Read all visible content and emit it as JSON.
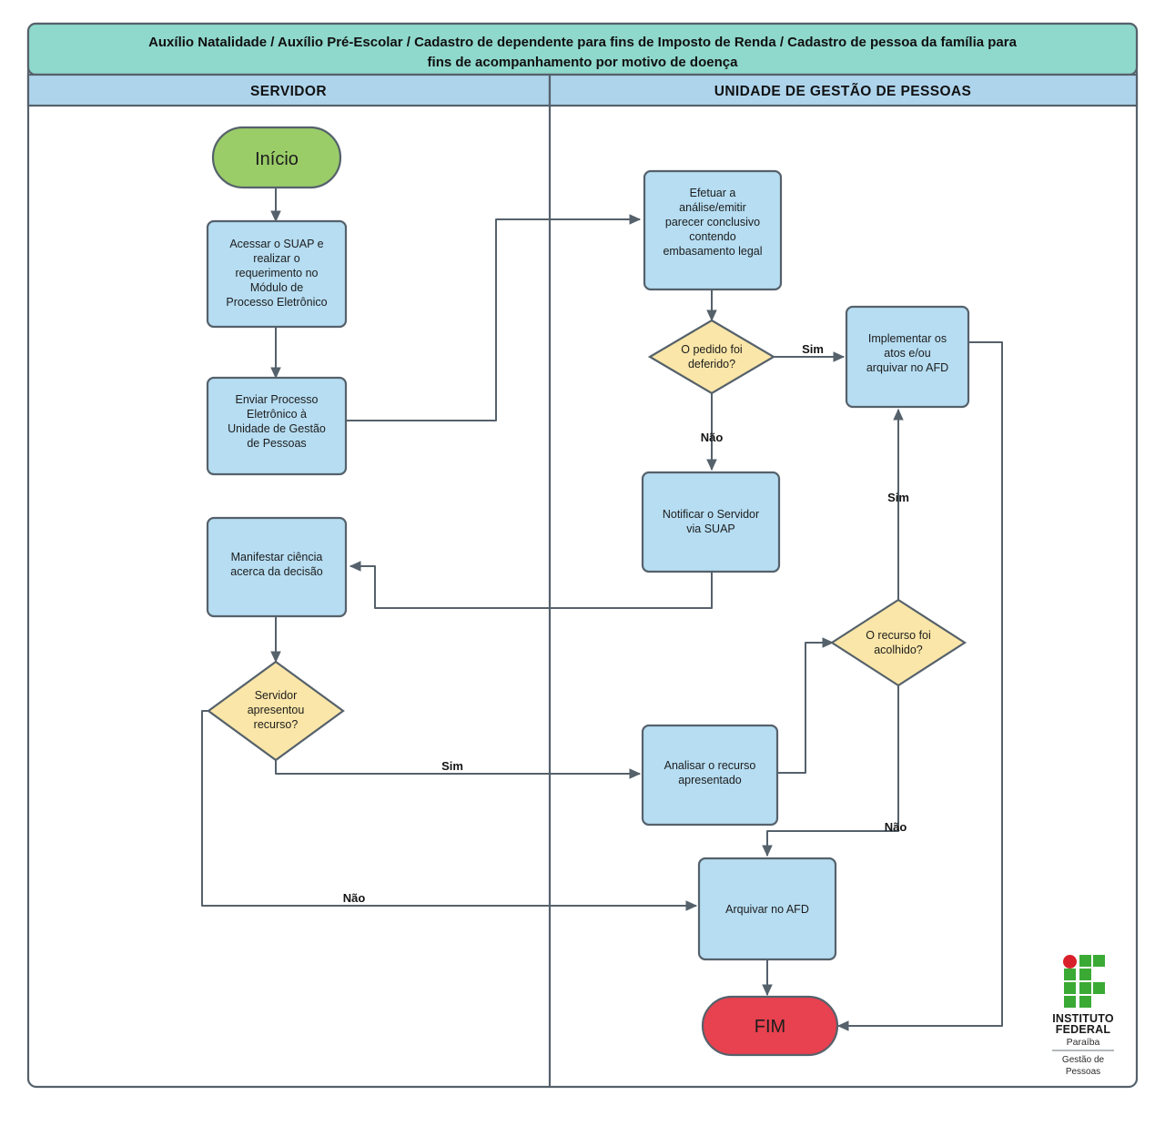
{
  "banner": {
    "title": "Auxílio Natalidade / Auxílio Pré-Escolar / Cadastro de dependente para fins de Imposto de Renda / Cadastro de pessoa da família para fins de acompanhamento por motivo de doença",
    "line1": "Auxílio Natalidade / Auxílio Pré-Escolar / Cadastro de dependente para fins de Imposto de Renda / Cadastro de pessoa da família para",
    "line2": "fins de acompanhamento por motivo de doença",
    "fill": "#8FD8CC"
  },
  "lanes": [
    {
      "id": "lane-servidor",
      "label": "SERVIDOR",
      "fill": "#AED4EC"
    },
    {
      "id": "lane-gestao-pessoas",
      "label": "UNIDADE DE GESTÃO DE PESSOAS",
      "fill": "#AED4EC"
    }
  ],
  "colors": {
    "start_fill": "#9ACD68",
    "end_fill": "#E8414F",
    "process_fill": "#B6DDF2",
    "decision_fill": "#FAE6A8",
    "stroke": "#55616b",
    "lane_header_fill": "#AED4EC",
    "banner_fill": "#8FD8CC",
    "logo_green": "#3AAA35",
    "logo_red": "#D9202A",
    "page_bg": "#FFFFFF"
  },
  "nodes": [
    {
      "id": "inicio",
      "type": "terminator",
      "lane": "SERVIDOR",
      "lines": [
        "Início"
      ]
    },
    {
      "id": "acessar-suap",
      "type": "process",
      "lane": "SERVIDOR",
      "lines": [
        "Acessar o SUAP e",
        "realizar o",
        "requerimento no",
        "Módulo de",
        "Processo Eletrônico"
      ]
    },
    {
      "id": "enviar-processo",
      "type": "process",
      "lane": "SERVIDOR",
      "lines": [
        "Enviar Processo",
        "Eletrônico à",
        "Unidade de Gestão",
        "de Pessoas"
      ]
    },
    {
      "id": "manifestar-ciencia",
      "type": "process",
      "lane": "SERVIDOR",
      "lines": [
        "Manifestar ciência",
        "acerca da decisão"
      ]
    },
    {
      "id": "servidor-apresentou-recurso",
      "type": "decision",
      "lane": "SERVIDOR",
      "lines": [
        "Servidor",
        "apresentou",
        "recurso?"
      ]
    },
    {
      "id": "efetuar-analise",
      "type": "process",
      "lane": "UNIDADE DE GESTÃO DE PESSOAS",
      "lines": [
        "Efetuar a",
        "análise/emitir",
        "parecer conclusivo",
        "contendo",
        "embasamento legal"
      ]
    },
    {
      "id": "pedido-foi-deferido",
      "type": "decision",
      "lane": "UNIDADE DE GESTÃO DE PESSOAS",
      "lines": [
        "O pedido foi",
        "deferido?"
      ]
    },
    {
      "id": "implementar-atos",
      "type": "process",
      "lane": "UNIDADE DE GESTÃO DE PESSOAS",
      "lines": [
        "Implementar os",
        "atos e/ou",
        "arquivar no AFD"
      ]
    },
    {
      "id": "notificar-servidor",
      "type": "process",
      "lane": "UNIDADE DE GESTÃO DE PESSOAS",
      "lines": [
        "Notificar o Servidor",
        "via SUAP"
      ]
    },
    {
      "id": "recurso-foi-acolhido",
      "type": "decision",
      "lane": "UNIDADE DE GESTÃO DE PESSOAS",
      "lines": [
        "O recurso foi",
        "acolhido?"
      ]
    },
    {
      "id": "analisar-recurso",
      "type": "process",
      "lane": "UNIDADE DE GESTÃO DE PESSOAS",
      "lines": [
        "Analisar o recurso",
        "apresentado"
      ]
    },
    {
      "id": "arquivar-afd",
      "type": "process",
      "lane": "UNIDADE DE GESTÃO DE PESSOAS",
      "lines": [
        "Arquivar no AFD"
      ]
    },
    {
      "id": "fim",
      "type": "terminator",
      "lane": "UNIDADE DE GESTÃO DE PESSOAS",
      "lines": [
        "FIM"
      ]
    }
  ],
  "edge_labels": {
    "deferido_sim": "Sim",
    "deferido_nao": "Não",
    "recurso_sim": "Sim",
    "recurso_nao": "Não",
    "acolhido_sim": "Sim",
    "acolhido_nao": "Não"
  },
  "node_text": {
    "inicio_1": "Início",
    "acessar_1": "Acessar o SUAP e",
    "acessar_2": "realizar o",
    "acessar_3": "requerimento no",
    "acessar_4": "Módulo de",
    "acessar_5": "Processo Eletrônico",
    "enviar_1": "Enviar Processo",
    "enviar_2": "Eletrônico à",
    "enviar_3": "Unidade de Gestão",
    "enviar_4": "de Pessoas",
    "manifestar_1": "Manifestar ciência",
    "manifestar_2": "acerca da decisão",
    "servrec_1": "Servidor",
    "servrec_2": "apresentou",
    "servrec_3": "recurso?",
    "efetuar_1": "Efetuar a",
    "efetuar_2": "análise/emitir",
    "efetuar_3": "parecer conclusivo",
    "efetuar_4": "contendo",
    "efetuar_5": "embasamento legal",
    "deferido_1": "O pedido foi",
    "deferido_2": "deferido?",
    "implementar_1": "Implementar os",
    "implementar_2": "atos e/ou",
    "implementar_3": "arquivar no AFD",
    "notificar_1": "Notificar o Servidor",
    "notificar_2": "via SUAP",
    "acolhido_1": "O recurso foi",
    "acolhido_2": "acolhido?",
    "analisar_1": "Analisar o recurso",
    "analisar_2": "apresentado",
    "arquivar_1": "Arquivar no AFD",
    "fim_1": "FIM"
  },
  "logo": {
    "word1": "INSTITUTO",
    "word2": "FEDERAL",
    "sub": "Paraíba",
    "unit1": "Gestão de",
    "unit2": "Pessoas"
  }
}
